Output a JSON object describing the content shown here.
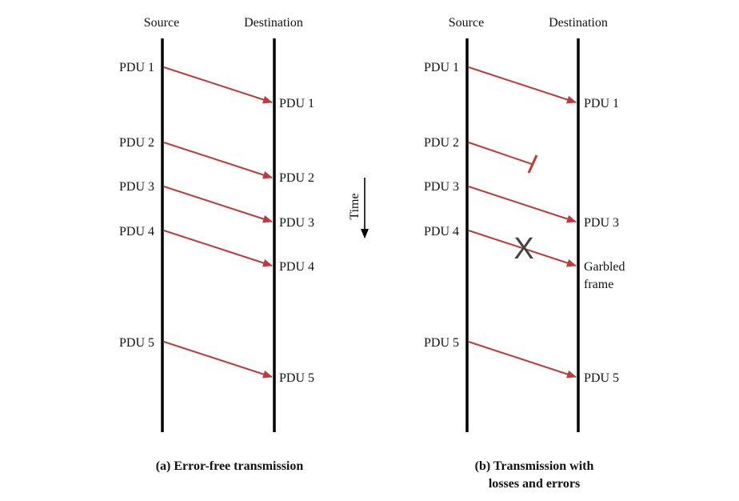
{
  "panel_a": {
    "source_label": "Source",
    "destination_label": "Destination",
    "caption": "(a) Error-free transmission",
    "sent": [
      "PDU 1",
      "PDU 2",
      "PDU 3",
      "PDU 4",
      "PDU 5"
    ],
    "received": [
      "PDU 1",
      "PDU 2",
      "PDU 3",
      "PDU 4",
      "PDU 5"
    ]
  },
  "panel_b": {
    "source_label": "Source",
    "destination_label": "Destination",
    "caption_line1": "(b) Transmission with",
    "caption_line2": "losses and errors",
    "sent": [
      "PDU 1",
      "PDU 2",
      "PDU 3",
      "PDU 4",
      "PDU 5"
    ],
    "received_pdu1": "PDU 1",
    "received_pdu3": "PDU 3",
    "garbled_line1": "Garbled",
    "garbled_line2": "frame",
    "received_pdu5": "PDU 5",
    "error_mark": "X"
  },
  "time_label": "Time",
  "colors": {
    "arrow": "#c0393b",
    "timeline": "#000000"
  }
}
